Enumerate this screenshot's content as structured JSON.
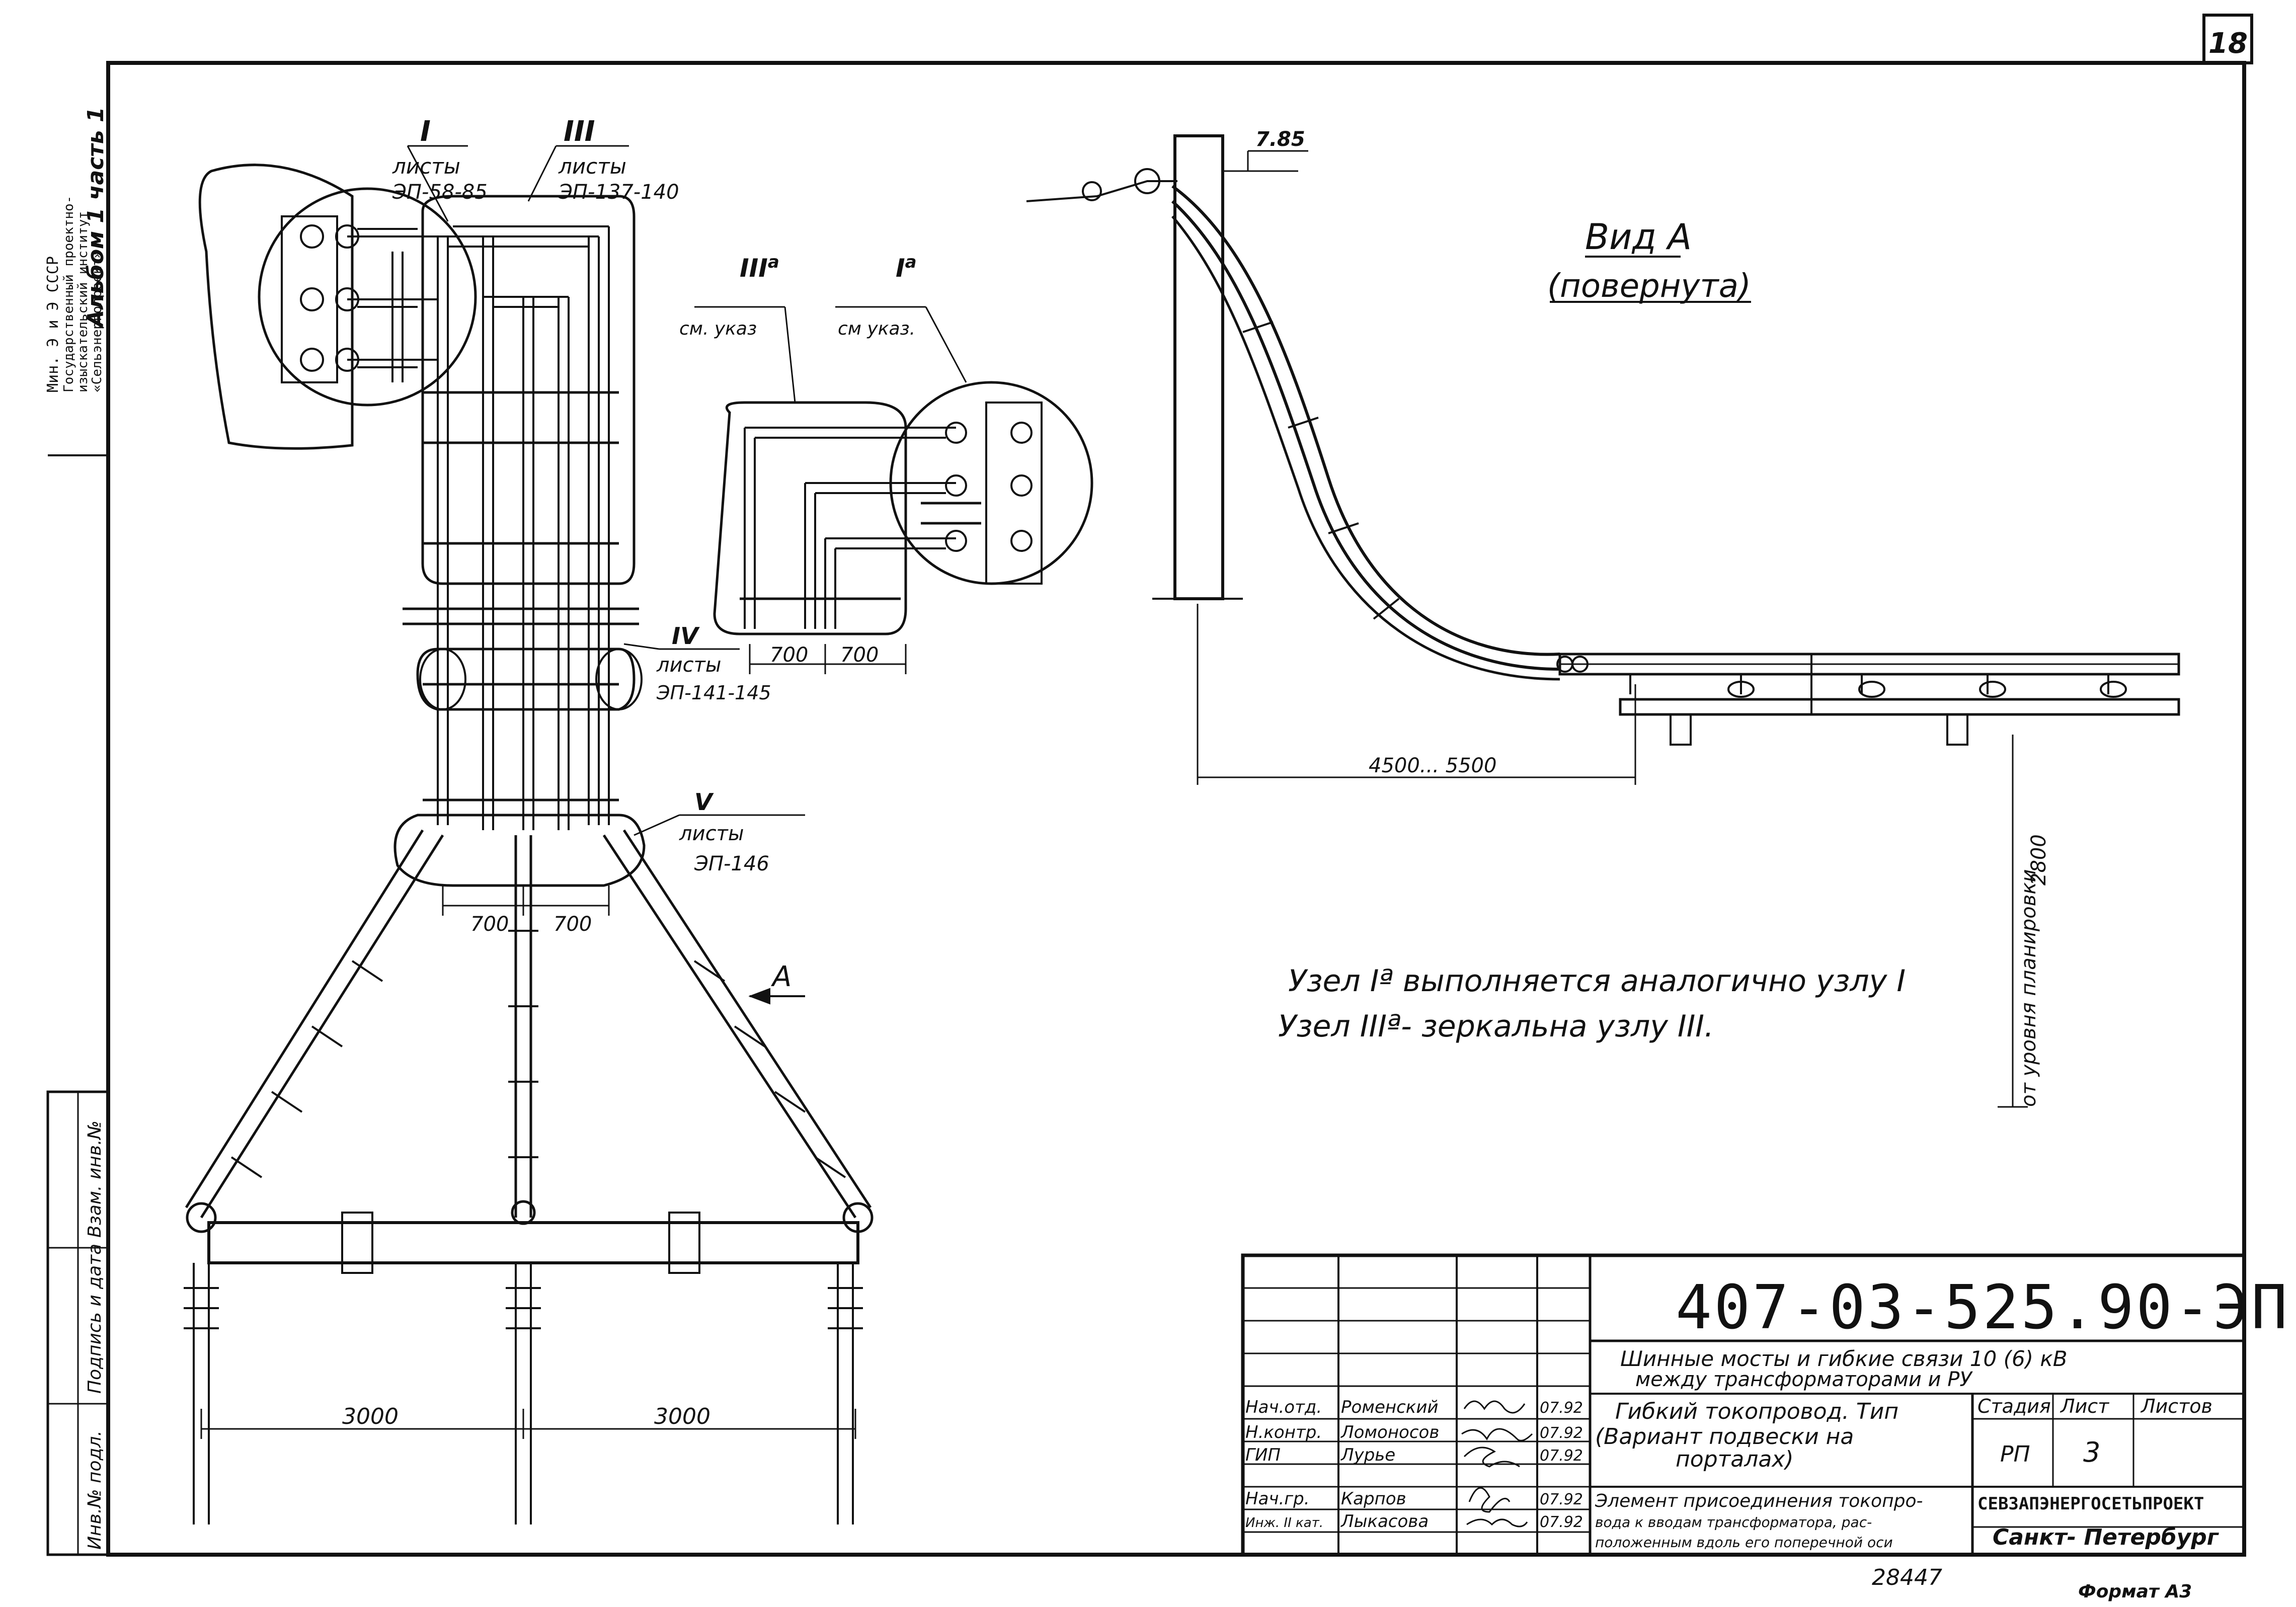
{
  "sheet_number": "18",
  "margin_stamp": {
    "line1": "Мин. Э и Э СССР",
    "line2": "Государственный проектно-",
    "line3": "изыскательский институт",
    "line4": "«Сельэнергопроект»",
    "album": "Альбом 1 часть 1"
  },
  "margin_columns": [
    "Инв.№ подл.",
    "Подпись и дата",
    "Взам. инв.№"
  ],
  "view_a": {
    "title": "Вид А",
    "subtitle": "(повернута)"
  },
  "nodes": {
    "node_i": {
      "roman": "I",
      "sheets": "листы",
      "range": "ЭП-58-85"
    },
    "node_iii": {
      "roman": "III",
      "sheets": "листы",
      "range": "ЭП-137-140"
    },
    "node_iv": {
      "roman": "IV",
      "sheets": "листы",
      "range": "ЭП-141-145"
    },
    "node_v": {
      "roman": "V",
      "sheets": "листы",
      "range": "ЭП-146"
    },
    "node_iiia": {
      "roman": "III",
      "suffix": "а",
      "ref": "см. указ"
    },
    "node_ia": {
      "roman": "I",
      "suffix": "а",
      "ref": "см указ."
    }
  },
  "dimensions": {
    "d700_a": "700",
    "d700_b": "700",
    "d700_c": "700",
    "d700_d": "700",
    "d3000_a": "3000",
    "d3000_b": "3000",
    "d4500": "4500... 5500",
    "d785": "7.85",
    "d2800": "2800",
    "ground_note": "от уровня планировки"
  },
  "arrow_label": "А",
  "notes": {
    "note1": "Узел Iª выполняется аналогично узлу I",
    "note2": "Узел IIIª- зеркальна узлу III."
  },
  "title_block": {
    "doc_code": "407-03-525.90-ЭП",
    "project": "Шинные мосты и гибкие связи 10 (6) кВ",
    "project2": "между трансформаторами и РУ",
    "sheet_title1": "Гибкий токопровод. Тип",
    "sheet_title2": "(Вариант подвески на",
    "sheet_title3": "порталах)",
    "element1": "Элемент присоединения токопро-",
    "element2": "вода к вводам трансформатора, рас-",
    "element3": "положенным вдоль его поперечной оси",
    "stage_h": "Стадия",
    "sheet_h": "Лист",
    "sheets_h": "Листов",
    "stage": "РП",
    "sheet": "3",
    "org": "СЕВЗАПЭНЕРГОСЕТЬПРОЕКТ",
    "city": "Санкт- Петербург",
    "rows": [
      {
        "role": "Нач.отд.",
        "name": "Роменский",
        "sign": "",
        "date": "07.92"
      },
      {
        "role": "Н.контр.",
        "name": "Ломоносов",
        "sign": "",
        "date": "07.92"
      },
      {
        "role": "ГИП",
        "name": "Лурье",
        "sign": "",
        "date": "07.92"
      },
      {
        "role": "Нач.гр.",
        "name": "Карпов",
        "sign": "",
        "date": "07.92"
      },
      {
        "role": "Инж. II кат.",
        "name": "Лыкасова",
        "sign": "",
        "date": "07.92"
      }
    ]
  },
  "inventory_number": "28447",
  "format": "Формат А3"
}
